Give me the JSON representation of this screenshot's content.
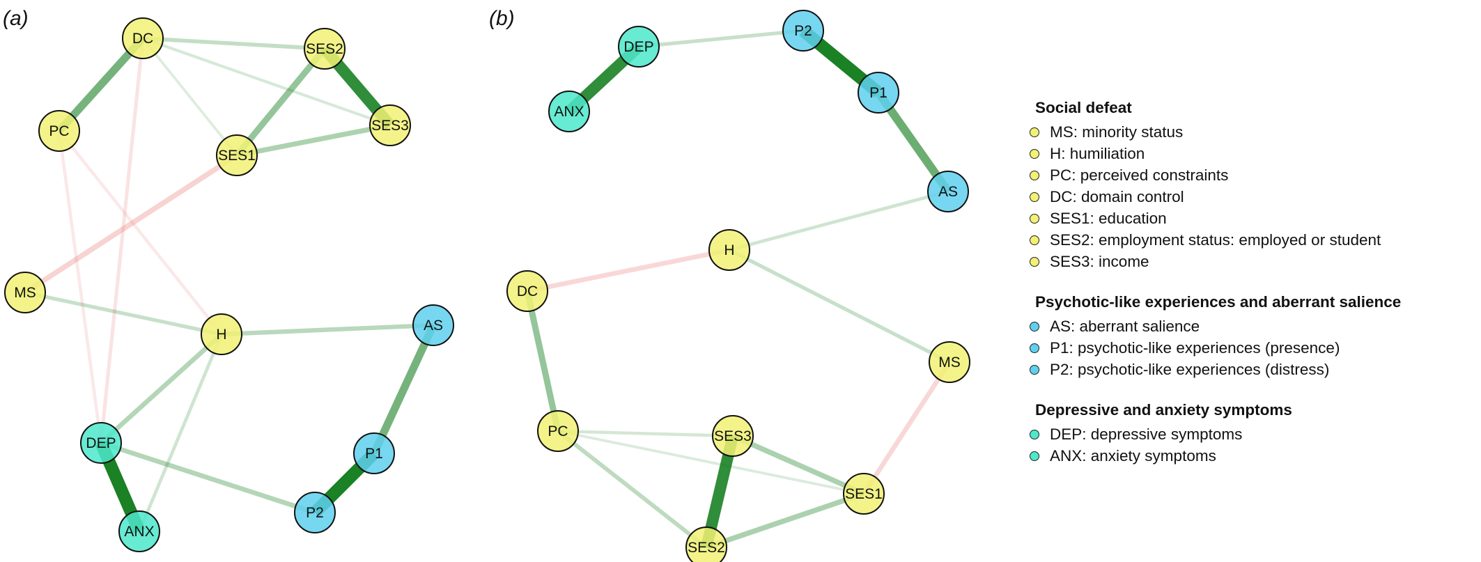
{
  "panels": [
    {
      "id": "a",
      "label": "(a)",
      "nodes": [
        {
          "id": "DC",
          "group": "social"
        },
        {
          "id": "SES2",
          "group": "social"
        },
        {
          "id": "PC",
          "group": "social"
        },
        {
          "id": "SES3",
          "group": "social"
        },
        {
          "id": "SES1",
          "group": "social"
        },
        {
          "id": "MS",
          "group": "social"
        },
        {
          "id": "H",
          "group": "social"
        },
        {
          "id": "AS",
          "group": "psychotic"
        },
        {
          "id": "DEP",
          "group": "depanx"
        },
        {
          "id": "P1",
          "group": "psychotic"
        },
        {
          "id": "P2",
          "group": "psychotic"
        },
        {
          "id": "ANX",
          "group": "depanx"
        }
      ],
      "edges": [
        {
          "from": "DC",
          "to": "PC",
          "sign": "positive",
          "strength": 0.55
        },
        {
          "from": "DC",
          "to": "SES2",
          "sign": "positive",
          "strength": 0.18
        },
        {
          "from": "DC",
          "to": "SES3",
          "sign": "positive",
          "strength": 0.08
        },
        {
          "from": "DC",
          "to": "SES1",
          "sign": "positive",
          "strength": 0.05
        },
        {
          "from": "DC",
          "to": "DEP",
          "sign": "negative",
          "strength": 0.14
        },
        {
          "from": "SES2",
          "to": "SES3",
          "sign": "positive",
          "strength": 0.9
        },
        {
          "from": "SES2",
          "to": "SES1",
          "sign": "positive",
          "strength": 0.4
        },
        {
          "from": "SES1",
          "to": "SES3",
          "sign": "positive",
          "strength": 0.28
        },
        {
          "from": "SES1",
          "to": "MS",
          "sign": "negative",
          "strength": 0.3
        },
        {
          "from": "PC",
          "to": "H",
          "sign": "negative",
          "strength": 0.1
        },
        {
          "from": "PC",
          "to": "DEP",
          "sign": "negative",
          "strength": 0.1
        },
        {
          "from": "MS",
          "to": "H",
          "sign": "positive",
          "strength": 0.15
        },
        {
          "from": "H",
          "to": "AS",
          "sign": "positive",
          "strength": 0.22
        },
        {
          "from": "H",
          "to": "DEP",
          "sign": "positive",
          "strength": 0.25
        },
        {
          "from": "H",
          "to": "ANX",
          "sign": "positive",
          "strength": 0.12
        },
        {
          "from": "DEP",
          "to": "ANX",
          "sign": "positive",
          "strength": 1.0
        },
        {
          "from": "DEP",
          "to": "P2",
          "sign": "positive",
          "strength": 0.25
        },
        {
          "from": "AS",
          "to": "P1",
          "sign": "positive",
          "strength": 0.55
        },
        {
          "from": "P1",
          "to": "P2",
          "sign": "positive",
          "strength": 1.0
        }
      ]
    },
    {
      "id": "b",
      "label": "(b)",
      "nodes": [
        {
          "id": "DEP",
          "group": "depanx"
        },
        {
          "id": "P2",
          "group": "psychotic"
        },
        {
          "id": "ANX",
          "group": "depanx"
        },
        {
          "id": "P1",
          "group": "psychotic"
        },
        {
          "id": "AS",
          "group": "psychotic"
        },
        {
          "id": "H",
          "group": "social"
        },
        {
          "id": "DC",
          "group": "social"
        },
        {
          "id": "MS",
          "group": "social"
        },
        {
          "id": "PC",
          "group": "social"
        },
        {
          "id": "SES3",
          "group": "social"
        },
        {
          "id": "SES1",
          "group": "social"
        },
        {
          "id": "SES2",
          "group": "social"
        }
      ],
      "edges": [
        {
          "from": "DEP",
          "to": "ANX",
          "sign": "positive",
          "strength": 0.9
        },
        {
          "from": "DEP",
          "to": "P2",
          "sign": "positive",
          "strength": 0.15
        },
        {
          "from": "P2",
          "to": "P1",
          "sign": "positive",
          "strength": 1.0
        },
        {
          "from": "P1",
          "to": "AS",
          "sign": "positive",
          "strength": 0.6
        },
        {
          "from": "AS",
          "to": "H",
          "sign": "positive",
          "strength": 0.12
        },
        {
          "from": "H",
          "to": "DC",
          "sign": "negative",
          "strength": 0.25
        },
        {
          "from": "H",
          "to": "MS",
          "sign": "positive",
          "strength": 0.15
        },
        {
          "from": "DC",
          "to": "PC",
          "sign": "positive",
          "strength": 0.4
        },
        {
          "from": "MS",
          "to": "SES1",
          "sign": "negative",
          "strength": 0.25
        },
        {
          "from": "PC",
          "to": "SES3",
          "sign": "positive",
          "strength": 0.1
        },
        {
          "from": "PC",
          "to": "SES1",
          "sign": "positive",
          "strength": 0.06
        },
        {
          "from": "PC",
          "to": "SES2",
          "sign": "positive",
          "strength": 0.2
        },
        {
          "from": "SES3",
          "to": "SES1",
          "sign": "positive",
          "strength": 0.3
        },
        {
          "from": "SES3",
          "to": "SES2",
          "sign": "positive",
          "strength": 0.9
        },
        {
          "from": "SES2",
          "to": "SES1",
          "sign": "positive",
          "strength": 0.3
        }
      ]
    }
  ],
  "legend": [
    {
      "title": "Social defeat",
      "group": "social",
      "items": [
        "MS: minority status",
        "H: humiliation",
        "PC: perceived constraints",
        "DC: domain control",
        "SES1: education",
        "SES2: employment status: employed or student",
        "SES3: income"
      ]
    },
    {
      "title": "Psychotic-like experiences and aberrant salience",
      "group": "psychotic",
      "items": [
        "AS: aberrant salience",
        "P1: psychotic-like experiences (presence)",
        "P2: psychotic-like experiences (distress)"
      ]
    },
    {
      "title": "Depressive and anxiety symptoms",
      "group": "depanx",
      "items": [
        "DEP: depressive symptoms",
        "ANX: anxiety symptoms"
      ]
    }
  ],
  "colors": {
    "social": "#f1f174",
    "psychotic": "#5fd0ee",
    "depanx": "#4ee8cb",
    "positive_edge": "#0e7a18",
    "negative_edge": "#e9807f",
    "node_border": "#111111"
  }
}
